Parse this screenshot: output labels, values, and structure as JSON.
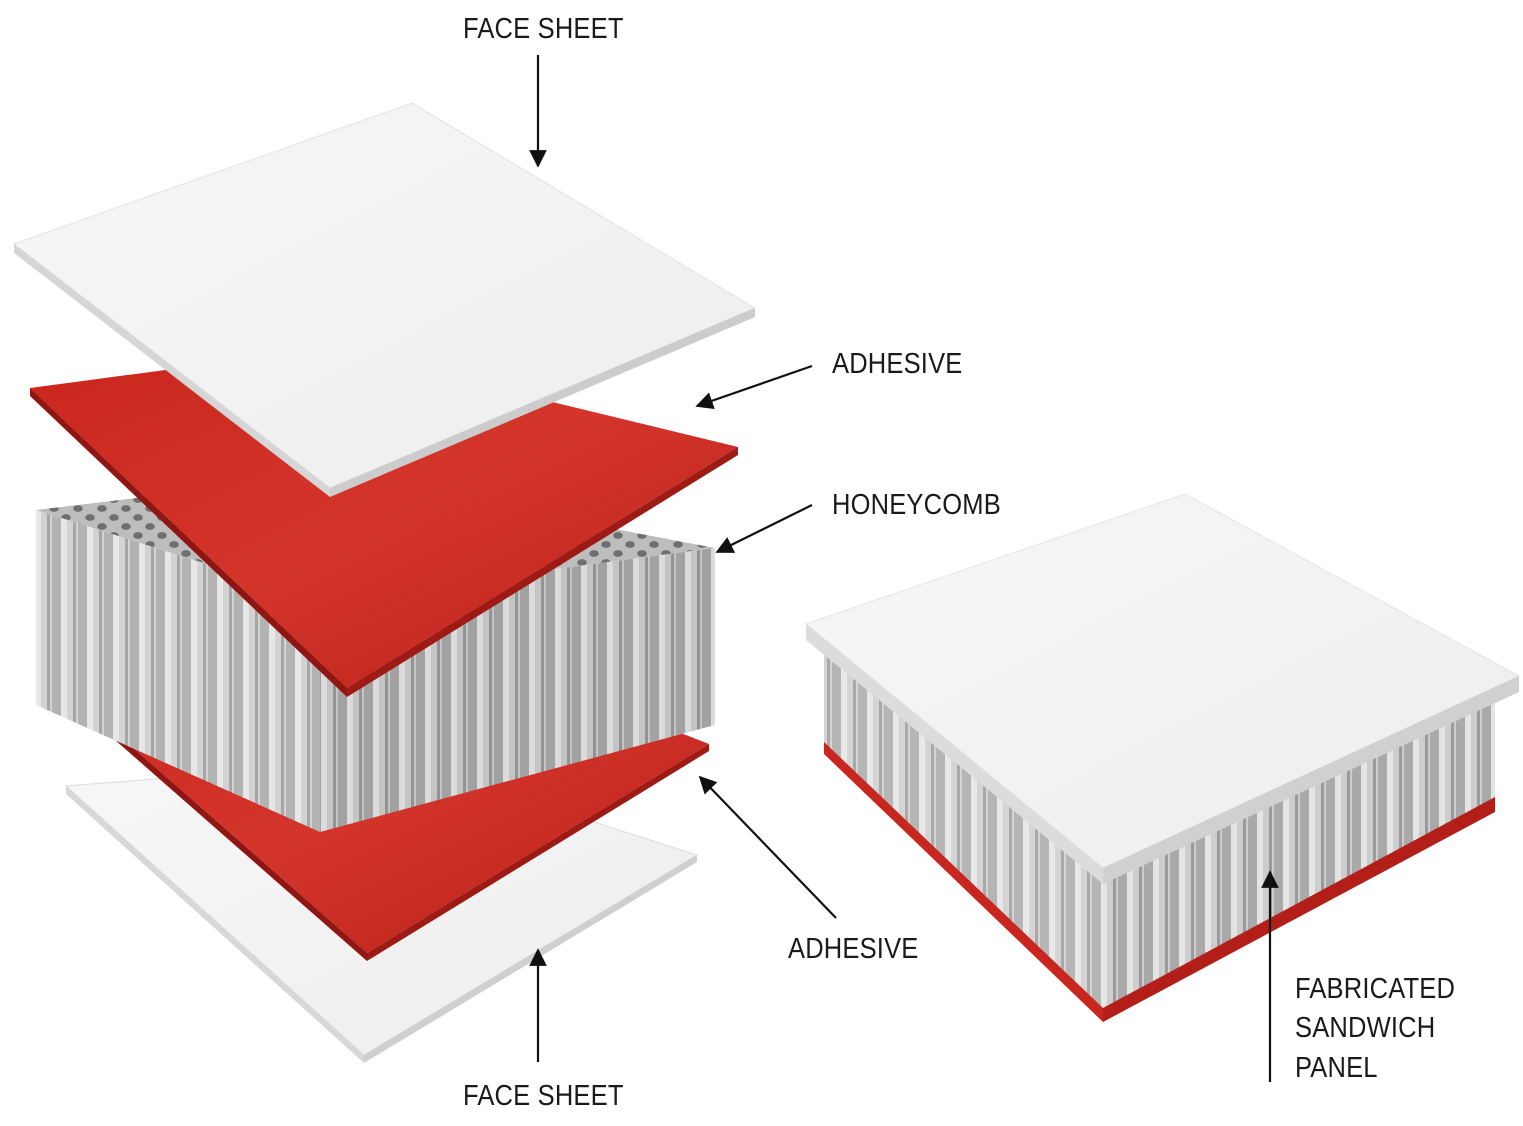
{
  "labels": {
    "face_sheet_top": "FACE SHEET",
    "adhesive_top": "ADHESIVE",
    "honeycomb": "HONEYCOMB",
    "adhesive_bottom": "ADHESIVE",
    "face_sheet_bottom": "FACE SHEET",
    "fabricated_line1": "FABRICATED",
    "fabricated_line2": "SANDWICH",
    "fabricated_line3": "PANEL"
  },
  "colors": {
    "face_sheet": "#f4f4f4",
    "face_sheet_edge": "#d2d2d2",
    "adhesive": "#c8271f",
    "adhesive_dark": "#8f1612",
    "honeycomb_light": "#cfcfcf",
    "honeycomb_dark": "#8e8e8e",
    "arrow": "#111111",
    "text": "#1a1a1a"
  }
}
